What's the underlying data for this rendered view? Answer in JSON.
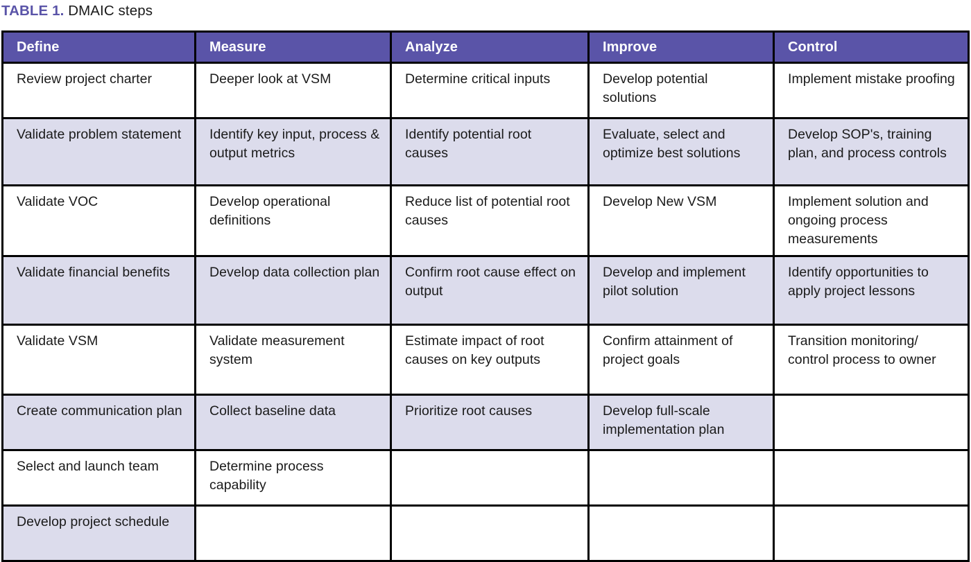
{
  "caption": {
    "label": "TABLE 1.",
    "text": " DMAIC steps"
  },
  "colors": {
    "header_purple": "#5a54a8",
    "shaded_row": "#dcdcec",
    "border": "#000000",
    "header_text": "#ffffff",
    "body_text": "#1a1a1a"
  },
  "table": {
    "columns": [
      "Define",
      "Measure",
      "Analyze",
      "Improve",
      "Control"
    ],
    "rows": [
      {
        "shaded": false,
        "cells": [
          "Review project charter",
          "Deeper look at VSM",
          "Determine critical inputs",
          "Develop potential solutions",
          "Implement mistake proofing"
        ]
      },
      {
        "shaded": true,
        "cells": [
          "Validate problem statement",
          "Identify key input, process & output metrics",
          "Identify potential root causes",
          "Evaluate, select and optimize best solutions",
          "Develop SOP's, training plan, and process controls"
        ]
      },
      {
        "shaded": false,
        "cells": [
          "Validate VOC",
          "Develop operational definitions",
          "Reduce list of potential root causes",
          "Develop New VSM",
          "Implement solution and ongoing process measurements"
        ]
      },
      {
        "shaded": true,
        "cells": [
          "Validate financial benefits",
          "Develop data collection plan",
          "Confirm root cause effect on output",
          "Develop and implement pilot solution",
          "Identify opportunities to apply project lessons"
        ]
      },
      {
        "shaded": false,
        "cells": [
          "Validate VSM",
          "Validate measurement system",
          "Estimate impact of root causes on key outputs",
          "Confirm attainment of project goals",
          "Transition monitoring/ control process to owner"
        ]
      },
      {
        "shaded": true,
        "cells": [
          "Create communication plan",
          "Collect baseline data",
          "Prioritize root causes",
          "Develop full-scale implementation plan",
          ""
        ]
      },
      {
        "shaded": false,
        "cells": [
          "Select and launch team",
          "Determine process capability",
          "",
          "",
          ""
        ]
      },
      {
        "shaded": true,
        "cells": [
          "Develop project schedule",
          "",
          "",
          "",
          ""
        ]
      }
    ]
  }
}
